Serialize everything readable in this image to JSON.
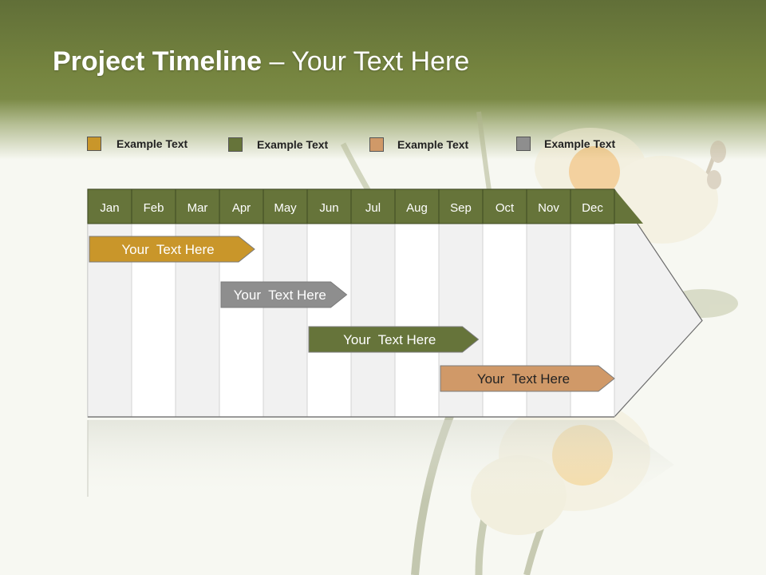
{
  "slide": {
    "title_bold": "Project Timeline",
    "title_rest": " – Your Text Here"
  },
  "legend": [
    {
      "label": "Example Text",
      "color": "#c9962a"
    },
    {
      "label": "Example Text",
      "color": "#66743a"
    },
    {
      "label": "Example Text",
      "color": "#d09968"
    },
    {
      "label": "Example Text",
      "color": "#8e8e8e"
    }
  ],
  "timeline": {
    "months": [
      "Jan",
      "Feb",
      "Mar",
      "Apr",
      "May",
      "Jun",
      "Jul",
      "Aug",
      "Sep",
      "Oct",
      "Nov",
      "Dec"
    ],
    "header_color": "#66743a",
    "tasks": [
      {
        "label": "Your  Text Here",
        "start_month": 0,
        "end_month": 3.8,
        "color": "#c9962a"
      },
      {
        "label": "Your  Text Here",
        "start_month": 3.0,
        "end_month": 5.9,
        "color": "#8e8e8e"
      },
      {
        "label": "Your  Text Here",
        "start_month": 5.0,
        "end_month": 8.9,
        "color": "#66743a"
      },
      {
        "label": "Your  Text Here",
        "start_month": 8.0,
        "end_month": 12.0,
        "color": "#d09968"
      }
    ]
  }
}
